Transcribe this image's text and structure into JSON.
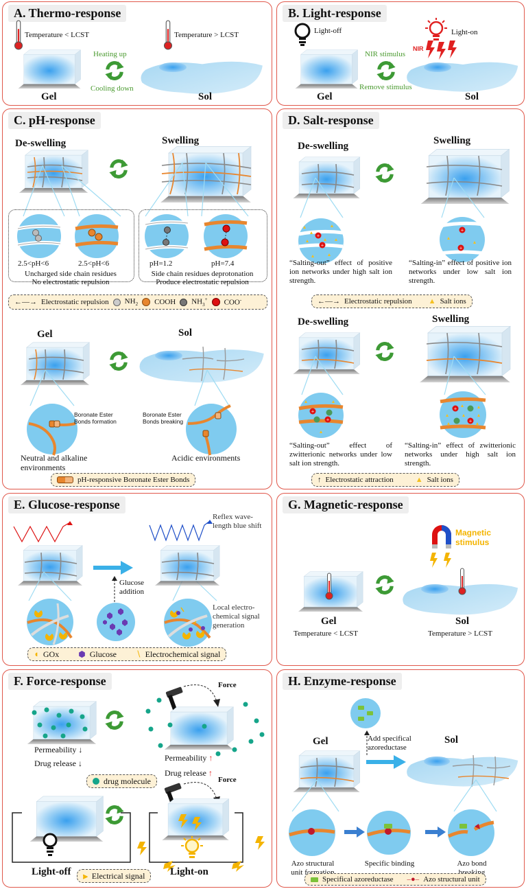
{
  "panels": {
    "A": {
      "title": "A. Thermo-response",
      "temp_left": "Temperature < LCST",
      "temp_right": "Temperature > LCST",
      "heating": "Heating up",
      "cooling": "Cooling down",
      "gel": "Gel",
      "sol": "Sol"
    },
    "B": {
      "title": "B. Light-response",
      "light_off": "Light-off",
      "light_on": "Light-on",
      "nir": "NIR",
      "nir_stimulus": "NIR stimulus",
      "remove_stimulus": "Remove stimulus",
      "gel": "Gel",
      "sol": "Sol"
    },
    "C": {
      "title": "C. pH-response",
      "deswelling": "De-swelling",
      "swelling": "Swelling",
      "ph1": "2.5<pH<6",
      "ph2": "2.5<pH<6",
      "ph3": "pH=1.2",
      "ph4": "pH=7.4",
      "left_note1": "Uncharged side chain residues",
      "left_note2": "No electrostatic repulsion",
      "right_note1": "Side chain residues deprotonation",
      "right_note2": "Produce electrostatic repulsion",
      "legend": {
        "repulsion": "Electrostatic repulsion",
        "nh2": "NH",
        "nh2_sub": "2",
        "cooh": "COOH",
        "nh3": "NH",
        "nh3_sub": "3",
        "nh3_sup": "+",
        "coo": "COO",
        "coo_sup": "-"
      },
      "gel": "Gel",
      "sol": "Sol",
      "boronate_formation": "Boronate Ester\nBonds formation",
      "boronate_breaking": "Boronate Ester\nBonds breaking",
      "env_left1": "Neutral and alkaline",
      "env_left2": "environments",
      "env_right": "Acidic environments",
      "legend2": "pH-responsive Boronate Ester Bonds"
    },
    "D": {
      "title": "D. Salt-response",
      "deswelling": "De-swelling",
      "swelling": "Swelling",
      "top_left_text": "“Salting-out” effect of positive ion networks under high salt ion strength.",
      "top_right_text": "“Salting-in” effect of positive ion networks under low salt ion strength.",
      "legend_repulsion": "Electrostatic repulsion",
      "legend_salt": "Salt ions",
      "deswelling2": "De-swelling",
      "swelling2": "Swelling",
      "bottom_left_text": "“Salting-out” effect of zwitterionic networks under low salt ion strength.",
      "bottom_right_text": "“Salting-in” effect of zwitterionic networks under high salt ion strength.",
      "legend_attraction": "Electrostatic attraction",
      "legend_salt2": "Salt ions"
    },
    "E": {
      "title": "E. Glucose-response",
      "reflex": "Reflex wave-\nlength blue shift",
      "glucose_addition": "Glucose\naddition",
      "local_signal": "Local electro-\nchemical signal\ngeneration",
      "legend_gox": "GOx",
      "legend_glucose": "Glucose",
      "legend_signal": "Electrochemical signal"
    },
    "F": {
      "title": "F. Force-response",
      "force1": "Force",
      "permeability_left": "Permeability",
      "drug_left": "Drug release",
      "permeability_right": "Permeability",
      "drug_right": "Drug release",
      "legend_drug": "drug molecule",
      "force2": "Force",
      "light_off": "Light-off",
      "light_on": "Light-on",
      "legend_signal": "Electrical signal"
    },
    "G": {
      "title": "G. Magnetic-response",
      "magnetic": "Magnetic\nstimulus",
      "gel": "Gel",
      "sol": "Sol",
      "temp_left": "Temperature < LCST",
      "temp_right": "Temperature > LCST"
    },
    "H": {
      "title": "H. Enzyme-response",
      "gel": "Gel",
      "sol": "Sol",
      "add": "Add specifical\nazoreductase",
      "azo_formation": "Azo structural\nunit formation",
      "specific_binding": "Specific binding",
      "azo_breaking": "Azo bond\nbreaking",
      "legend_azoreductase": "Specifical azoreductase",
      "legend_unit": "Azo structural unit"
    }
  },
  "colors": {
    "border": "#e0574a",
    "green_text": "#4a9a2f",
    "red": "#e02020",
    "orange": "#e8862e",
    "legend_bg": "#fdf1d6",
    "gel_blue": "#4aa6ea",
    "sol_blue": "#bfe2f6",
    "circle_blue": "#7fcbef"
  }
}
